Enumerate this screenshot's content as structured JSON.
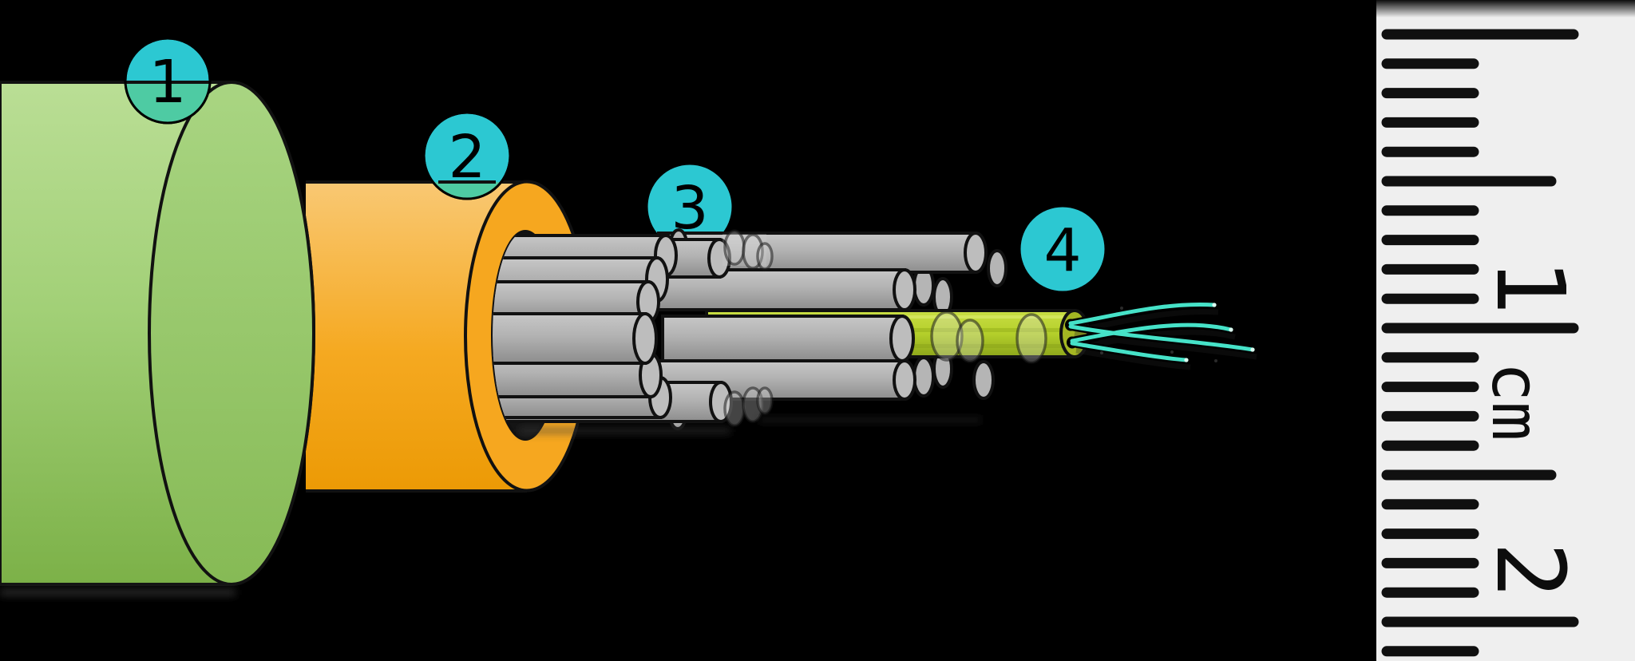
{
  "diagram": {
    "description": "Optical fiber cable cutaway diagram",
    "callouts": [
      "1",
      "2",
      "3",
      "4"
    ],
    "colors": {
      "background": "#000000",
      "outer_jacket_green": "#9ecd72",
      "inner_jacket_orange": "#f6a71f",
      "buffer_tube_gray": "#b3b3b3",
      "tube_end_gray": "#bdbdbd",
      "central_tube_yellow": "#b5d02c",
      "central_tube_end": "#a4b623",
      "fiber_cyan": "#46e2c8",
      "callout_teal": "#2cc8d2",
      "callout_tint_over_jacket": "#52cb9d",
      "outline_black": "#111111",
      "hole_shadow": "#141414"
    }
  },
  "ruler": {
    "unit_label": "cm",
    "marks": [
      "1",
      "2"
    ],
    "background": "#efefef",
    "tick_color": "#101010"
  }
}
